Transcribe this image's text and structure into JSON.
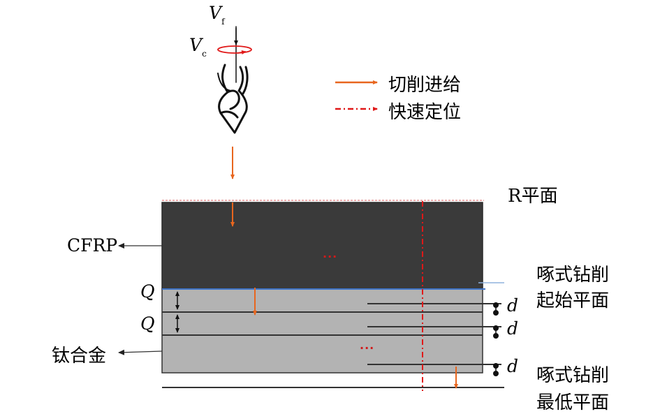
{
  "labels": {
    "vf_letter": "V",
    "vf_sub": "f",
    "vc_letter": "V",
    "vc_sub": "c",
    "legend_cutting": "切削进给",
    "legend_rapid": "快速定位",
    "r_plane": "R平面",
    "cfrp": "CFRP",
    "titanium": "钛合金",
    "peck_start_line1": "啄式钻削",
    "peck_start_line2": "起始平面",
    "peck_bottom_line1": "啄式钻削",
    "peck_bottom_line2": "最低平面",
    "q_top": "Q",
    "q_bottom": "Q",
    "d_1": "d",
    "d_2": "d",
    "d_3": "d",
    "ellipsis_cfrp": "···",
    "ellipsis_ti": "···"
  },
  "colors": {
    "cfrp_fill": "#3a3a3a",
    "titanium_fill": "#b3b3b3",
    "interface_line": "#3f74c6",
    "feed_arrow": "#e8661e",
    "rapid_line": "#e01818",
    "r_plane_line": "#e07a7a",
    "outline": "#333333",
    "text": "#000000"
  }
}
